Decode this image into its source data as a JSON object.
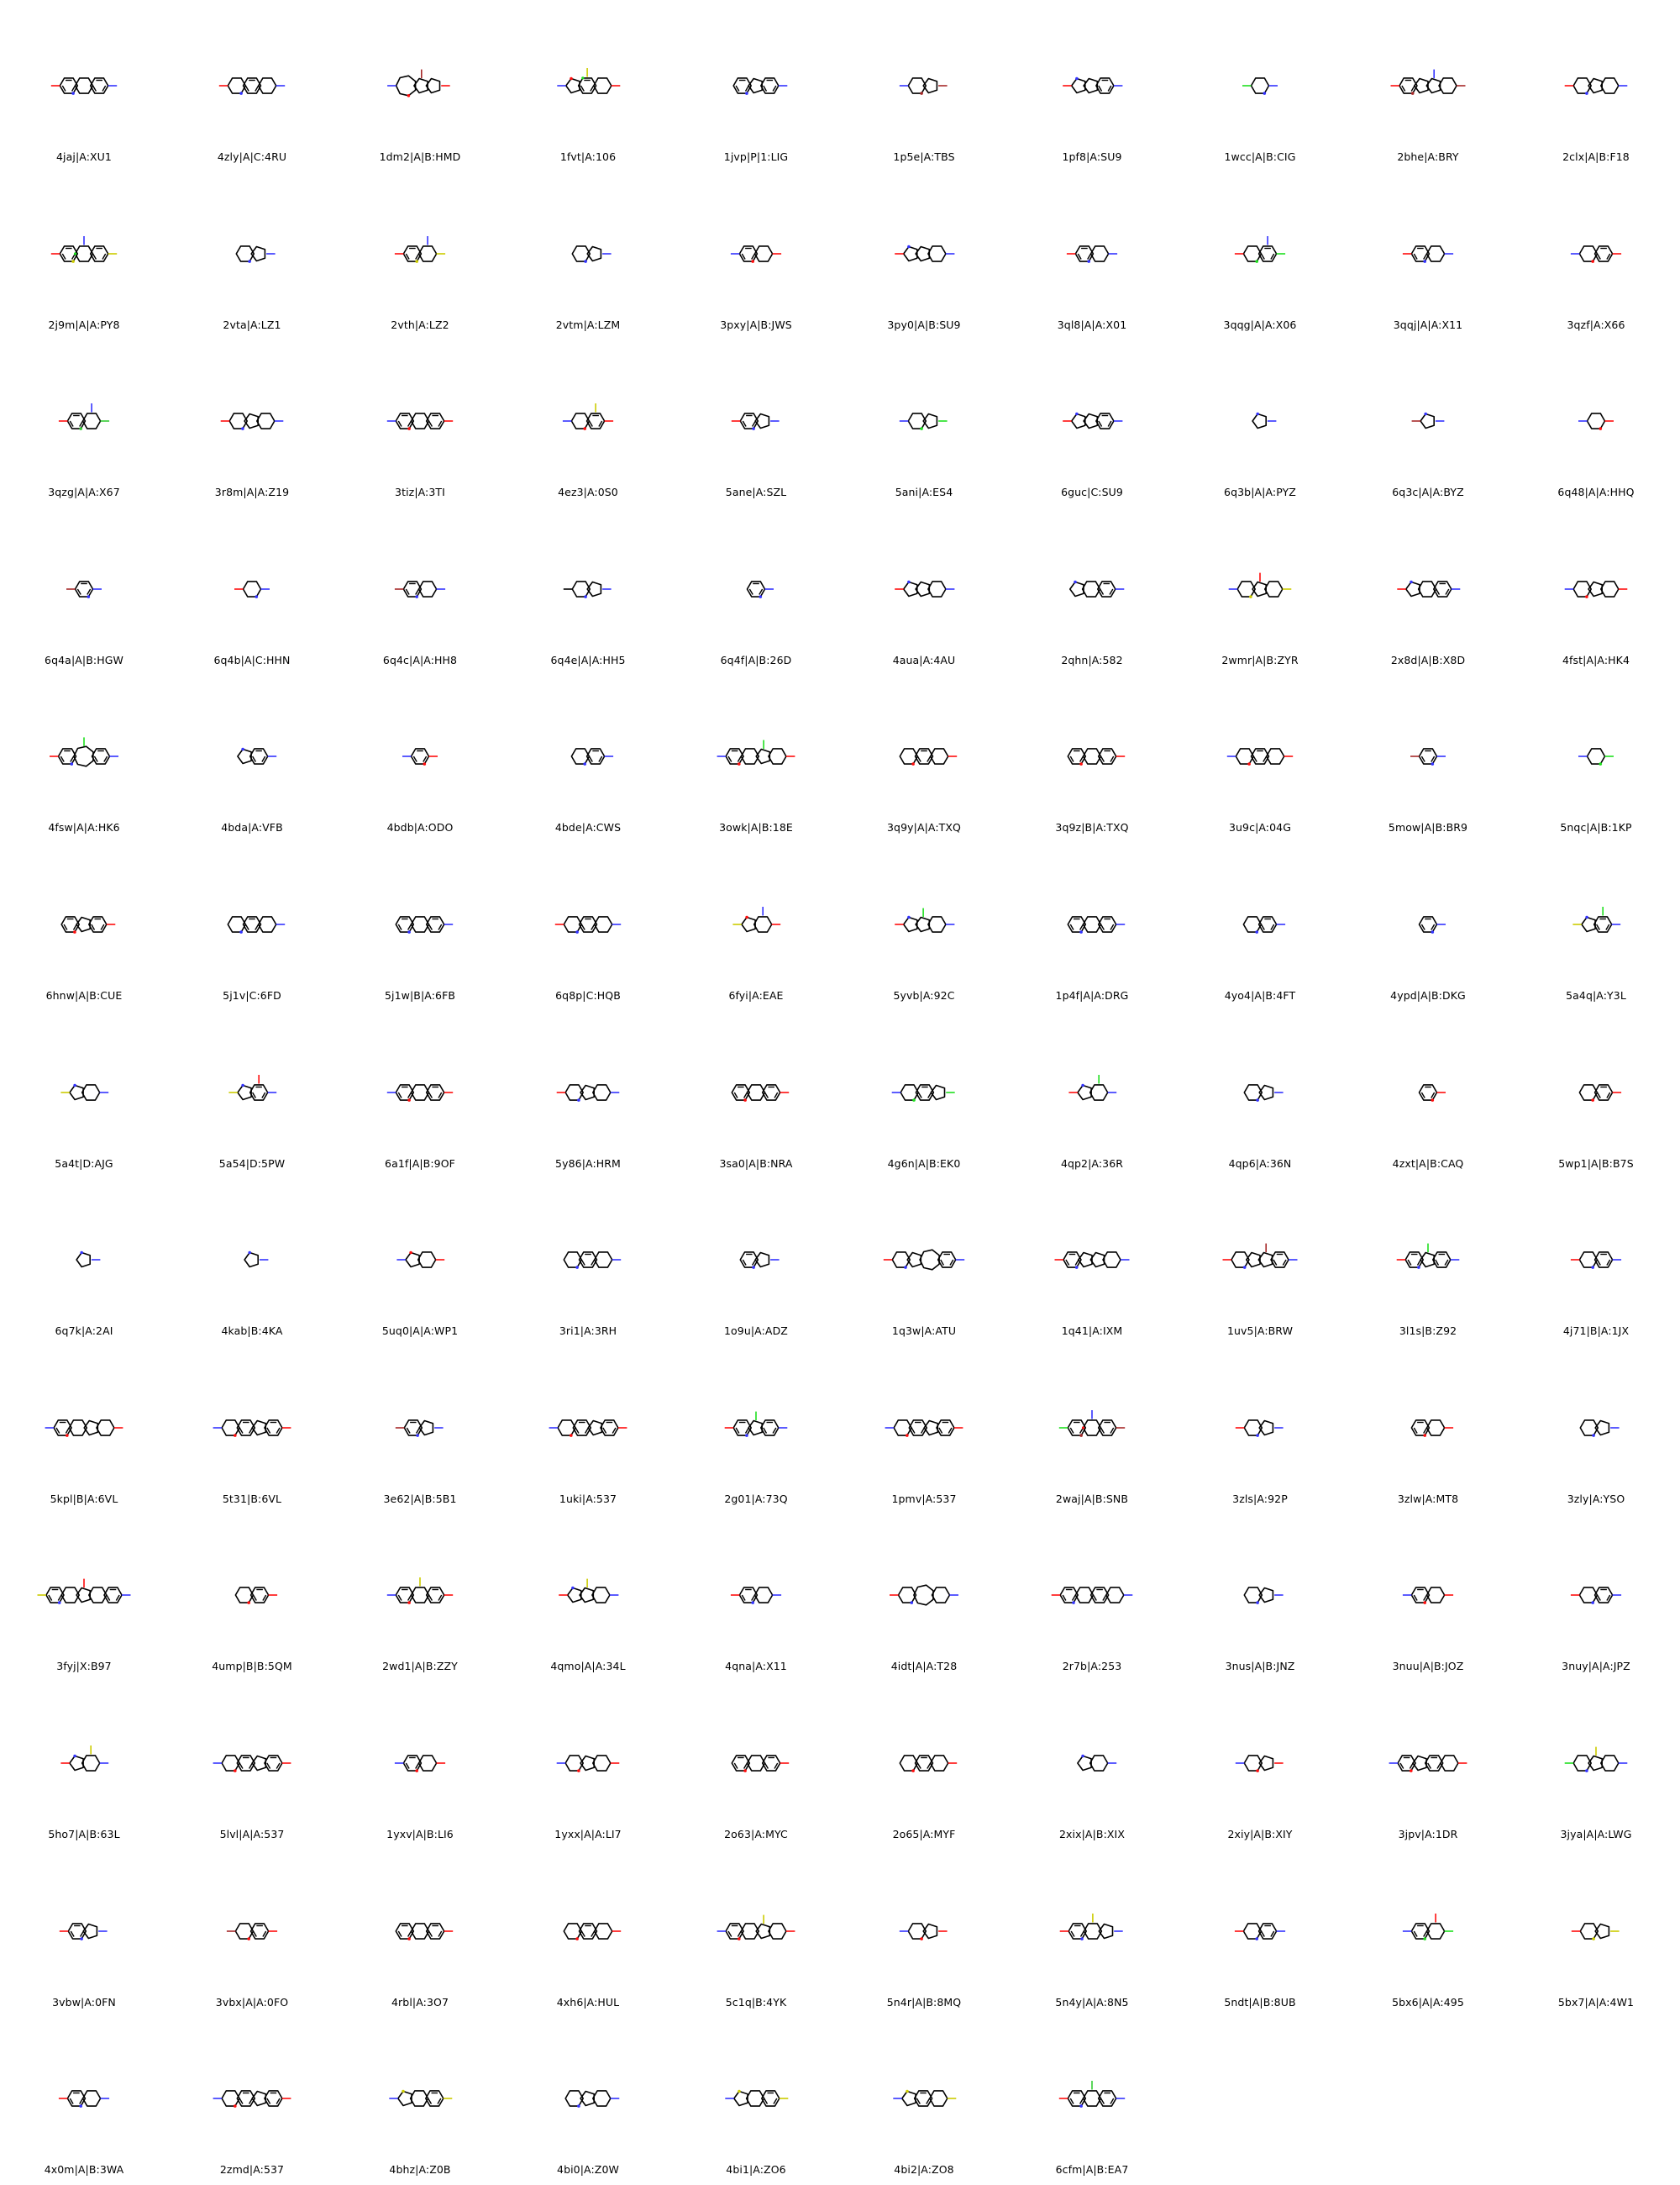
{
  "title": "",
  "colors": {
    "bond": "#000000",
    "N": "#3333ff",
    "O": "#ff0d0d",
    "S": "#cccc00",
    "Cl": "#1fdf1f",
    "Br": "#a62929",
    "F": "#33cc33"
  },
  "labels": [
    "4jaj|A:XU1",
    "4zly|A|C:4RU",
    "1dm2|A|B:HMD",
    "1fvt|A:106",
    "1jvp|P|1:LIG",
    "1p5e|A:TBS",
    "1pf8|A:SU9",
    "1wcc|A|B:CIG",
    "2bhe|A:BRY",
    "2clx|A|B:F18",
    "2j9m|A|A:PY8",
    "2vta|A:LZ1",
    "2vth|A:LZ2",
    "2vtm|A:LZM",
    "3pxy|A|B:JWS",
    "3py0|A|B:SU9",
    "3ql8|A|A:X01",
    "3qqg|A|A:X06",
    "3qqj|A|A:X11",
    "3qzf|A:X66",
    "3qzg|A|A:X67",
    "3r8m|A|A:Z19",
    "3tiz|A:3TI",
    "4ez3|A:0S0",
    "5ane|A:SZL",
    "5ani|A:ES4",
    "6guc|C:SU9",
    "6q3b|A|A:PYZ",
    "6q3c|A|A:BYZ",
    "6q48|A|A:HHQ",
    "6q4a|A|B:HGW",
    "6q4b|A|C:HHN",
    "6q4c|A|A:HH8",
    "6q4e|A|A:HH5",
    "6q4f|A|B:26D",
    "4aua|A:4AU",
    "2qhn|A:582",
    "2wmr|A|B:ZYR",
    "2x8d|A|B:X8D",
    "4fst|A|A:HK4",
    "4fsw|A|A:HK6",
    "4bda|A:VFB",
    "4bdb|A:ODO",
    "4bde|A:CWS",
    "3owk|A|B:18E",
    "3q9y|A|A:TXQ",
    "3q9z|B|A:TXQ",
    "3u9c|A:04G",
    "5mow|A|B:BR9",
    "5nqc|A|B:1KP",
    "6hnw|A|B:CUE",
    "5j1v|C:6FD",
    "5j1w|B|A:6FB",
    "6q8p|C:HQB",
    "6fyi|A:EAE",
    "5yvb|A:92C",
    "1p4f|A|A:DRG",
    "4yo4|A|B:4FT",
    "4ypd|A|B:DKG",
    "5a4q|A:Y3L",
    "5a4t|D:AJG",
    "5a54|D:5PW",
    "6a1f|A|B:9OF",
    "5y86|A:HRM",
    "3sa0|A|B:NRA",
    "4g6n|A|B:EK0",
    "4qp2|A:36R",
    "4qp6|A:36N",
    "4zxt|A|B:CAQ",
    "5wp1|A|B:B7S",
    "6q7k|A:2AI",
    "4kab|B:4KA",
    "5uq0|A|A:WP1",
    "3ri1|A:3RH",
    "1o9u|A:ADZ",
    "1q3w|A:ATU",
    "1q41|A:IXM",
    "1uv5|A:BRW",
    "3l1s|B:Z92",
    "4j71|B|A:1JX",
    "5kpl|B|A:6VL",
    "5t31|B:6VL",
    "3e62|A|B:5B1",
    "1uki|A:537",
    "2g01|A:73Q",
    "1pmv|A:537",
    "2waj|A|B:SNB",
    "3zls|A:92P",
    "3zlw|A:MT8",
    "3zly|A:YSO",
    "3fyj|X:B97",
    "4ump|B|B:5QM",
    "2wd1|A|B:ZZY",
    "4qmo|A|A:34L",
    "4qna|A:X11",
    "4idt|A|A:T28",
    "2r7b|A:253",
    "3nus|A|B:JNZ",
    "3nuu|A|B:JOZ",
    "3nuy|A|A:JPZ",
    "5ho7|A|B:63L",
    "5lvl|A|A:537",
    "1yxv|A|B:LI6",
    "1yxx|A|A:LI7",
    "2o63|A:MYC",
    "2o65|A:MYF",
    "2xix|A|B:XIX",
    "2xiy|A|B:XIY",
    "3jpv|A:1DR",
    "3jya|A|A:LWG",
    "3vbw|A:0FN",
    "3vbx|A|A:0FO",
    "4rbl|A:3O7",
    "4xh6|A:HUL",
    "5c1q|B:4YK",
    "5n4r|A|B:8MQ",
    "5n4y|A|A:8N5",
    "5ndt|A|B:8UB",
    "5bx6|A|A:495",
    "5bx7|A|A:4W1",
    "4x0m|A|B:3WA",
    "2zmd|A:537",
    "4bhz|A:Z0B",
    "4bi0|A:Z0W",
    "4bi1|A:ZO6",
    "4bi2|A:ZO8",
    "6cfm|A|B:EA7"
  ],
  "structures": [
    "6,6,6:N,O",
    "6,6,6:N,O",
    "7,5,5:O,N,Br",
    "5,6,6:O,N,S,Cl",
    "6,5,6:N",
    "6,5:Br,N",
    "5,5,6:N,O",
    "6:N,Cl",
    "6,5,5,6:Br,O,N",
    "6,5,6:N,O",
    "6,6,6:S,O,N,Cl",
    "6,5:N",
    "6,6:S,O,N",
    "6,5:N",
    "6,6:O,N",
    "5,5,6:N,O",
    "6,6:N,O",
    "6,6:Cl,O,N",
    "6,6:N,O",
    "6,6:O,N",
    "6,6:F,O,N",
    "6,5,6:N,O",
    "6,6,6:O,N",
    "6,6:O,N,S",
    "6,5:N,O",
    "6,5:Cl,N",
    "5,5,6:N,O",
    "5:N",
    "5:N,Br",
    "6:O,N",
    "6:N,Br",
    "6:N,O",
    "6,6:N,Br",
    "6,5:N,I",
    "6:N",
    "5,5,6:N,O",
    "5,6,6:N",
    "6,5,6:S,N,O",
    "5,6,6:N,O",
    "6,5,6:O,N",
    "6,7,6:N,O,Cl",
    "5,6:N",
    "6:O,N",
    "6,6:N",
    "6,6,5,6:O,N,Cl",
    "6,6,6:O",
    "6,6,6:O",
    "6,6,6:O,N",
    "6:N,Br",
    "6:Cl,N",
    "6,5,6:O",
    "6,6,6:N",
    "6,6,6:N",
    "6,6,6:N,O",
    "5,6:O,S,N",
    "5,5,6:N,O,Cl",
    "6,6,6:N",
    "6,6:N",
    "6:N",
    "5,6:N,S,Cl",
    "5,6:N,S",
    "5,6:N,S,O",
    "6,6,6:O,N",
    "6,5,6:N,O",
    "6,6,6:O",
    "6,6,5:Cl,N",
    "5,6:N,O,Cl",
    "6,5:N",
    "6:O",
    "6,6:O",
    "5:N",
    "5:N",
    "5,6:O,N",
    "6,6,6:N",
    "6,5:N",
    "6,5,7,6:N,O",
    "6,5,5,6:N,O",
    "6,5,5,6:N,O,Br",
    "6,5,6:N,O,Cl",
    "6,6:N,O",
    "6,6,5,6:O,N",
    "6,6,5,6:O,N",
    "6,5:N,Br",
    "6,6,5,6:O,N",
    "6,5,6:N,O,Cl",
    "6,6,5,6:O,N",
    "6,6,6:Br,Cl,N,O",
    "6,5:N,O",
    "6,6:O",
    "6,5:N",
    "6,6,5,6,6:N,S,O",
    "6,6:O",
    "6,6,6:O,N,S",
    "5,5,6:N,O,S",
    "6,6:N,O",
    "6,7,6:N,O",
    "6,6,6,6:N,O",
    "6,5:N",
    "6,6:O,N",
    "6,6:N,O",
    "5,6:N,O,S",
    "6,6,5,6:O,N",
    "6,6:O,N",
    "6,5,6:O,N",
    "6,6,6:O",
    "6,6,6:O",
    "5,6:N",
    "6,5:O,N",
    "6,5,6,6:O,N",
    "6,5,6:N,Cl,S",
    "6,5:N,O",
    "6,6:O,Br",
    "6,6,6:O",
    "6,6,6:O",
    "6,6,5,6:O,N,S",
    "6,5:O,N",
    "6,6,5:N,O,S",
    "6,6:N,O",
    "6,6:Cl,N,O",
    "6,5:S,O",
    "6,6:N,O",
    "6,6,5,6:O,N",
    "5,6,6:S,N",
    "6,5,6:N",
    "5,6,6:S,N",
    "5,6,6:S,N",
    "6,6,6:N,O,F"
  ]
}
